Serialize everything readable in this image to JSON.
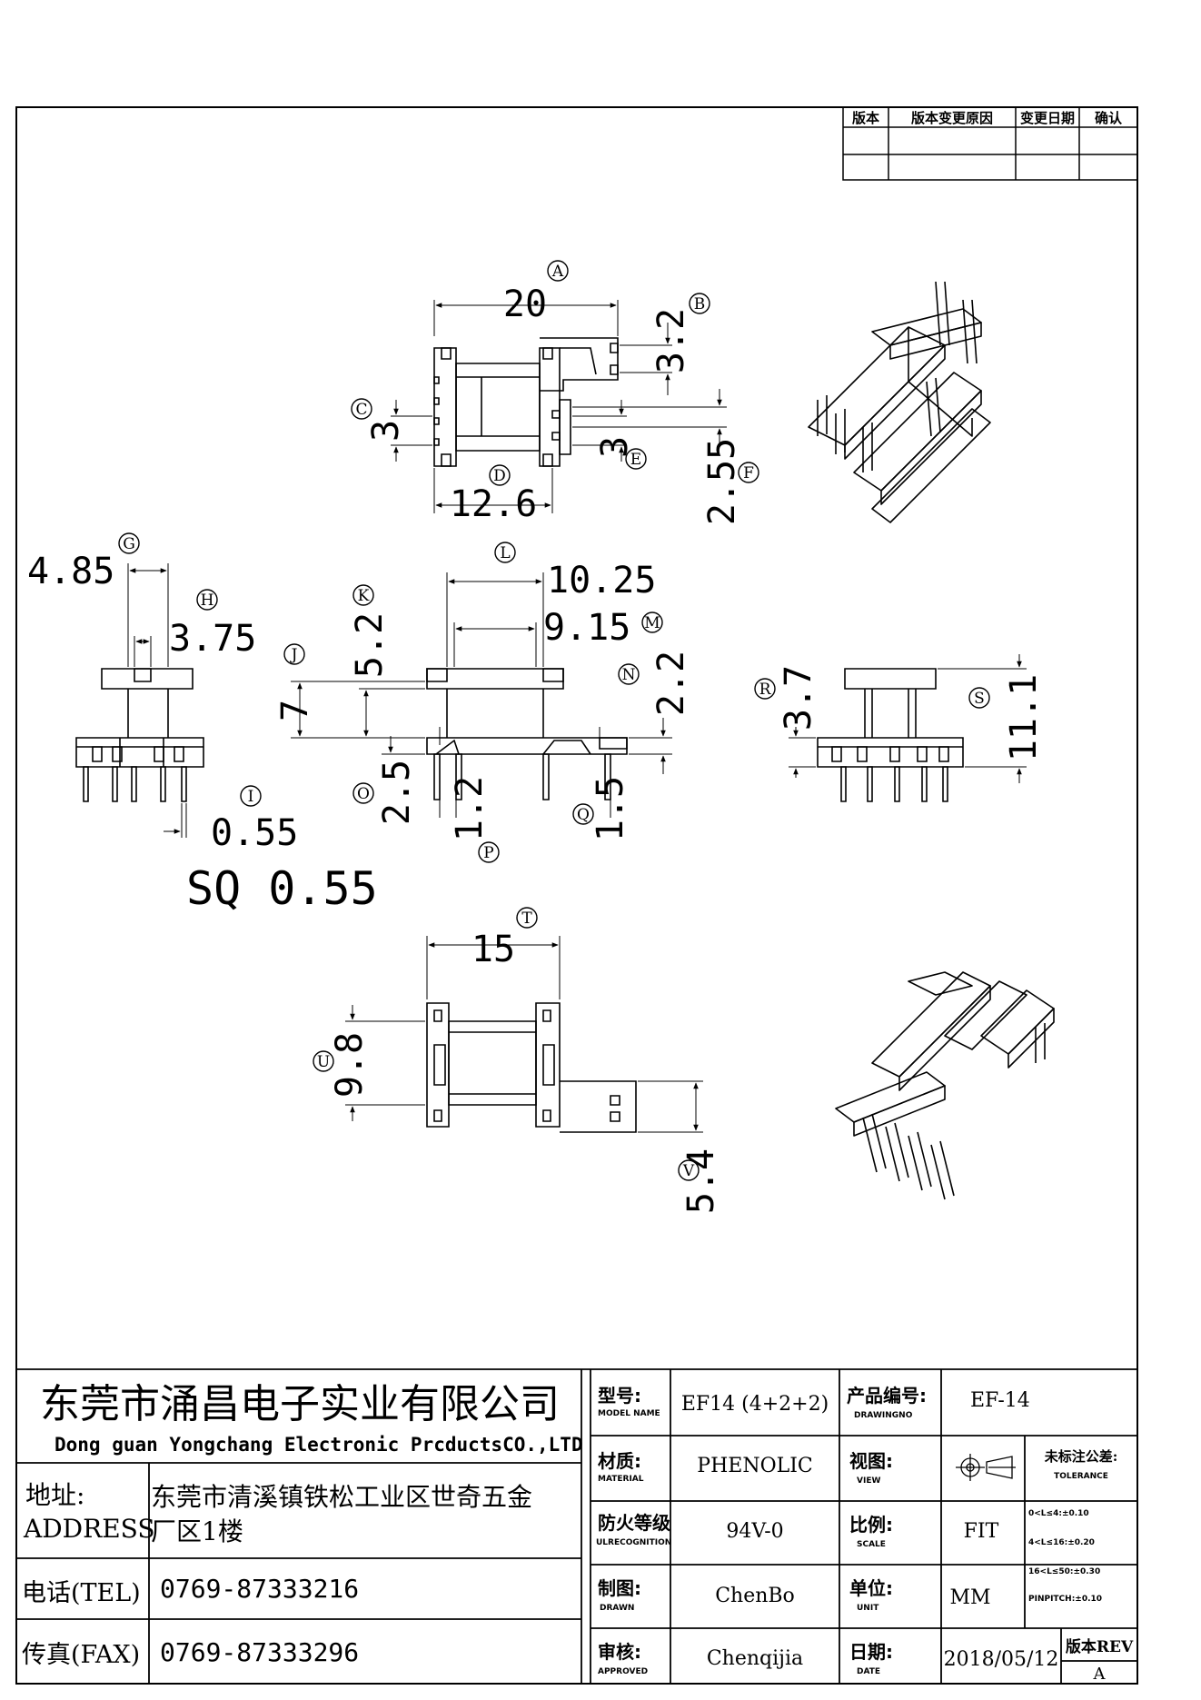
{
  "revision_table": {
    "headers": [
      "版本",
      "版本变更原因",
      "变更日期",
      "确认"
    ]
  },
  "dimensions": {
    "A": "20",
    "B": "3.2",
    "C": "3",
    "D": "12.6",
    "E": "3",
    "F": "2.55",
    "G": "4.85",
    "H": "3.75",
    "I": "0.55",
    "sq": "SQ 0.55",
    "J": "7",
    "K": "5.2",
    "L": "10.25",
    "M": "9.15",
    "N": "2.2",
    "O": "2.5",
    "P": "1.2",
    "Q": "1.5",
    "R": "3.7",
    "S": "11.1",
    "T": "15",
    "U": "9.8",
    "V": "5.4"
  },
  "markers": [
    "A",
    "B",
    "C",
    "D",
    "E",
    "F",
    "G",
    "H",
    "I",
    "J",
    "K",
    "L",
    "M",
    "N",
    "O",
    "P",
    "Q",
    "R",
    "S",
    "T",
    "U",
    "V"
  ],
  "company": {
    "name_cn": "东莞市涌昌电子实业有限公司",
    "name_en": "Dong guan Yongchang Electronic PrcductsCO.,LTD",
    "address_label_cn": "地址:",
    "address_label_en": "ADDRESS",
    "address_line1": "东莞市清溪镇铁松工业区世奇五金",
    "address_line2": "厂区1楼",
    "tel_label": "电话(TEL)",
    "tel": "0769-87333216",
    "fax_label": "传真(FAX)",
    "fax": "0769-87333296"
  },
  "title_block": {
    "model_label": "型号:",
    "model_label_en": "MODEL NAME",
    "model": "EF14 (4+2+2)",
    "product_no_label": "产品编号:",
    "product_no_label_en": "DRAWINGNO",
    "product_no": "EF-14",
    "material_label": "材质:",
    "material_label_en": "MATERIAL",
    "material": "PHENOLIC",
    "view_label": "视图:",
    "view_label_en": "VIEW",
    "flame_label": "防火等级",
    "flame_label_en": "ULRECOGNITION",
    "flame": "94V-0",
    "scale_label": "比例:",
    "scale_label_en": "SCALE",
    "scale": "FIT",
    "drawn_label": "制图:",
    "drawn_label_en": "DRAWN",
    "drawn": "ChenBo",
    "unit_label": "单位:",
    "unit_label_en": "UNIT",
    "unit": "MM",
    "approved_label": "审核:",
    "approved_label_en": "APPROVED",
    "approved": "Chenqijia",
    "date_label": "日期:",
    "date_label_en": "DATE",
    "date": "2018/05/12",
    "rev_label": "版本REV",
    "rev": "A",
    "tolerance_title": "未标注公差:",
    "tolerance_title_en": "TOLERANCE",
    "tolerance": [
      "0<L≤4:±0.10",
      "4<L≤16:±0.20",
      "16<L≤50:±0.30",
      "PINPITCH:±0.10"
    ]
  }
}
